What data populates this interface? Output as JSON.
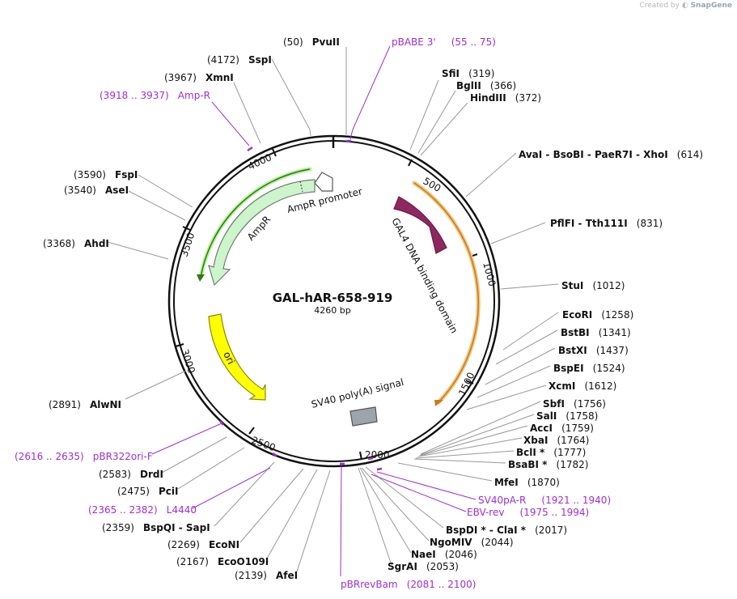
{
  "watermark": {
    "prefix": "Created by",
    "brand": "SnapGene"
  },
  "plasmid": {
    "name": "GAL-hAR-658-919",
    "size_label": "4260 bp",
    "length_bp": 4260
  },
  "ticks": [
    "500",
    "1000",
    "1500",
    "2000",
    "2500",
    "3000",
    "3500",
    "4000"
  ],
  "features": [
    {
      "name": "AmpR promoter",
      "color": "#ffffff",
      "stroke": "#555555"
    },
    {
      "name": "AmpR",
      "color": "#ccf5cc",
      "stroke": "#777777"
    },
    {
      "name": "GAL4 DNA binding domain",
      "color": "#8e2860",
      "stroke": "#6a1c46"
    },
    {
      "name": "ori",
      "color": "#ffff00",
      "stroke": "#888800"
    },
    {
      "name": "SV40 poly(A) signal",
      "color": "#9ea4ac",
      "stroke": "#555555"
    }
  ],
  "sites": [
    {
      "pos": "(50)",
      "name": "PvuII"
    },
    {
      "pos": "(4172)",
      "name": "SspI"
    },
    {
      "pos": "(3967)",
      "name": "XmnI"
    },
    {
      "pos": "(3590)",
      "name": "FspI"
    },
    {
      "pos": "(3540)",
      "name": "AseI"
    },
    {
      "pos": "(3368)",
      "name": "AhdI"
    },
    {
      "pos": "(2891)",
      "name": "AlwNI"
    },
    {
      "pos": "(2583)",
      "name": "DrdI"
    },
    {
      "pos": "(2475)",
      "name": "PciI"
    },
    {
      "pos": "(2359)",
      "name": "BspQI - SapI"
    },
    {
      "pos": "(2269)",
      "name": "EcoNI"
    },
    {
      "pos": "(2167)",
      "name": "EcoO109I"
    },
    {
      "pos": "(2139)",
      "name": "AfeI"
    },
    {
      "pos": "(319)",
      "name": "SfiI"
    },
    {
      "pos": "(366)",
      "name": "BglII"
    },
    {
      "pos": "(372)",
      "name": "HindIII"
    },
    {
      "pos": "(614)",
      "name": "AvaI - BsoBI - PaeR7I - XhoI"
    },
    {
      "pos": "(831)",
      "name": "PflFI - Tth111I"
    },
    {
      "pos": "(1012)",
      "name": "StuI"
    },
    {
      "pos": "(1258)",
      "name": "EcoRI"
    },
    {
      "pos": "(1341)",
      "name": "BstBI"
    },
    {
      "pos": "(1437)",
      "name": "BstXI"
    },
    {
      "pos": "(1524)",
      "name": "BspEI"
    },
    {
      "pos": "(1612)",
      "name": "XcmI"
    },
    {
      "pos": "(1756)",
      "name": "SbfI"
    },
    {
      "pos": "(1758)",
      "name": "SalI"
    },
    {
      "pos": "(1759)",
      "name": "AccI"
    },
    {
      "pos": "(1764)",
      "name": "XbaI"
    },
    {
      "pos": "(1777)",
      "name": "BclI *"
    },
    {
      "pos": "(1782)",
      "name": "BsaBI *"
    },
    {
      "pos": "(1870)",
      "name": "MfeI"
    },
    {
      "pos": "(2017)",
      "name": "BspDI * - ClaI *"
    },
    {
      "pos": "(2044)",
      "name": "NgoMIV"
    },
    {
      "pos": "(2046)",
      "name": "NaeI"
    },
    {
      "pos": "(2053)",
      "name": "SgrAI"
    }
  ],
  "primers": [
    {
      "name": "pBABE 3'",
      "range": "(55 .. 75)"
    },
    {
      "name": "Amp-R",
      "range": "(3918 .. 3937)"
    },
    {
      "name": "pBR322ori-F",
      "range": "(2616 .. 2635)"
    },
    {
      "name": "L4440",
      "range": "(2365 .. 2382)"
    },
    {
      "name": "pBRrevBam",
      "range": "(2081 .. 2100)"
    },
    {
      "name": "SV40pA-R",
      "range": "(1921 .. 1940)"
    },
    {
      "name": "EBV-rev",
      "range": "(1975 .. 1994)"
    }
  ]
}
